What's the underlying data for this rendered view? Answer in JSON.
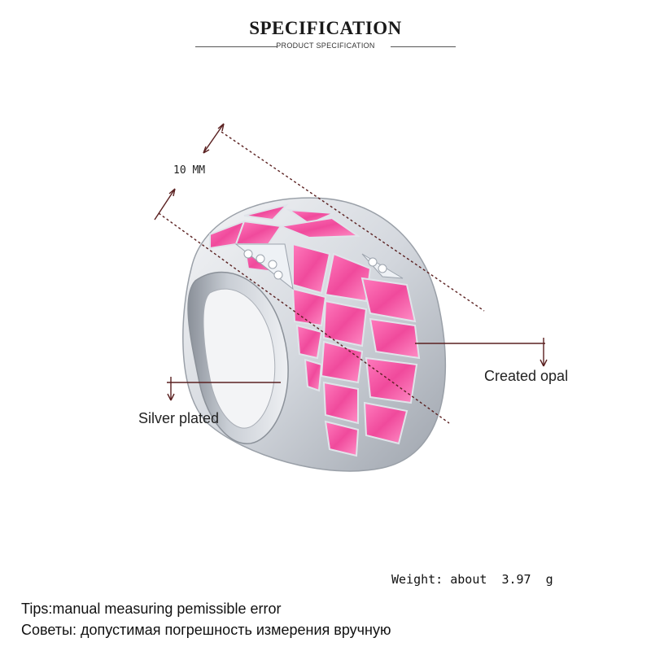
{
  "header": {
    "title": "SPECIFICATION",
    "subtitle": "PRODUCT SPECIFICATION"
  },
  "dimension": {
    "label": "10 MM"
  },
  "callouts": {
    "stone": "Created opal",
    "band": "Silver plated"
  },
  "weight": {
    "text": "Weight: about  3.97  g"
  },
  "tips": {
    "english": "Tips:manual measuring pemissible error",
    "russian": "Советы: допустимая погрешность измерения вручную"
  },
  "colors": {
    "opal": "#f25aa6",
    "silver": "#d9dde3",
    "guide_line": "#7a3a3a"
  }
}
